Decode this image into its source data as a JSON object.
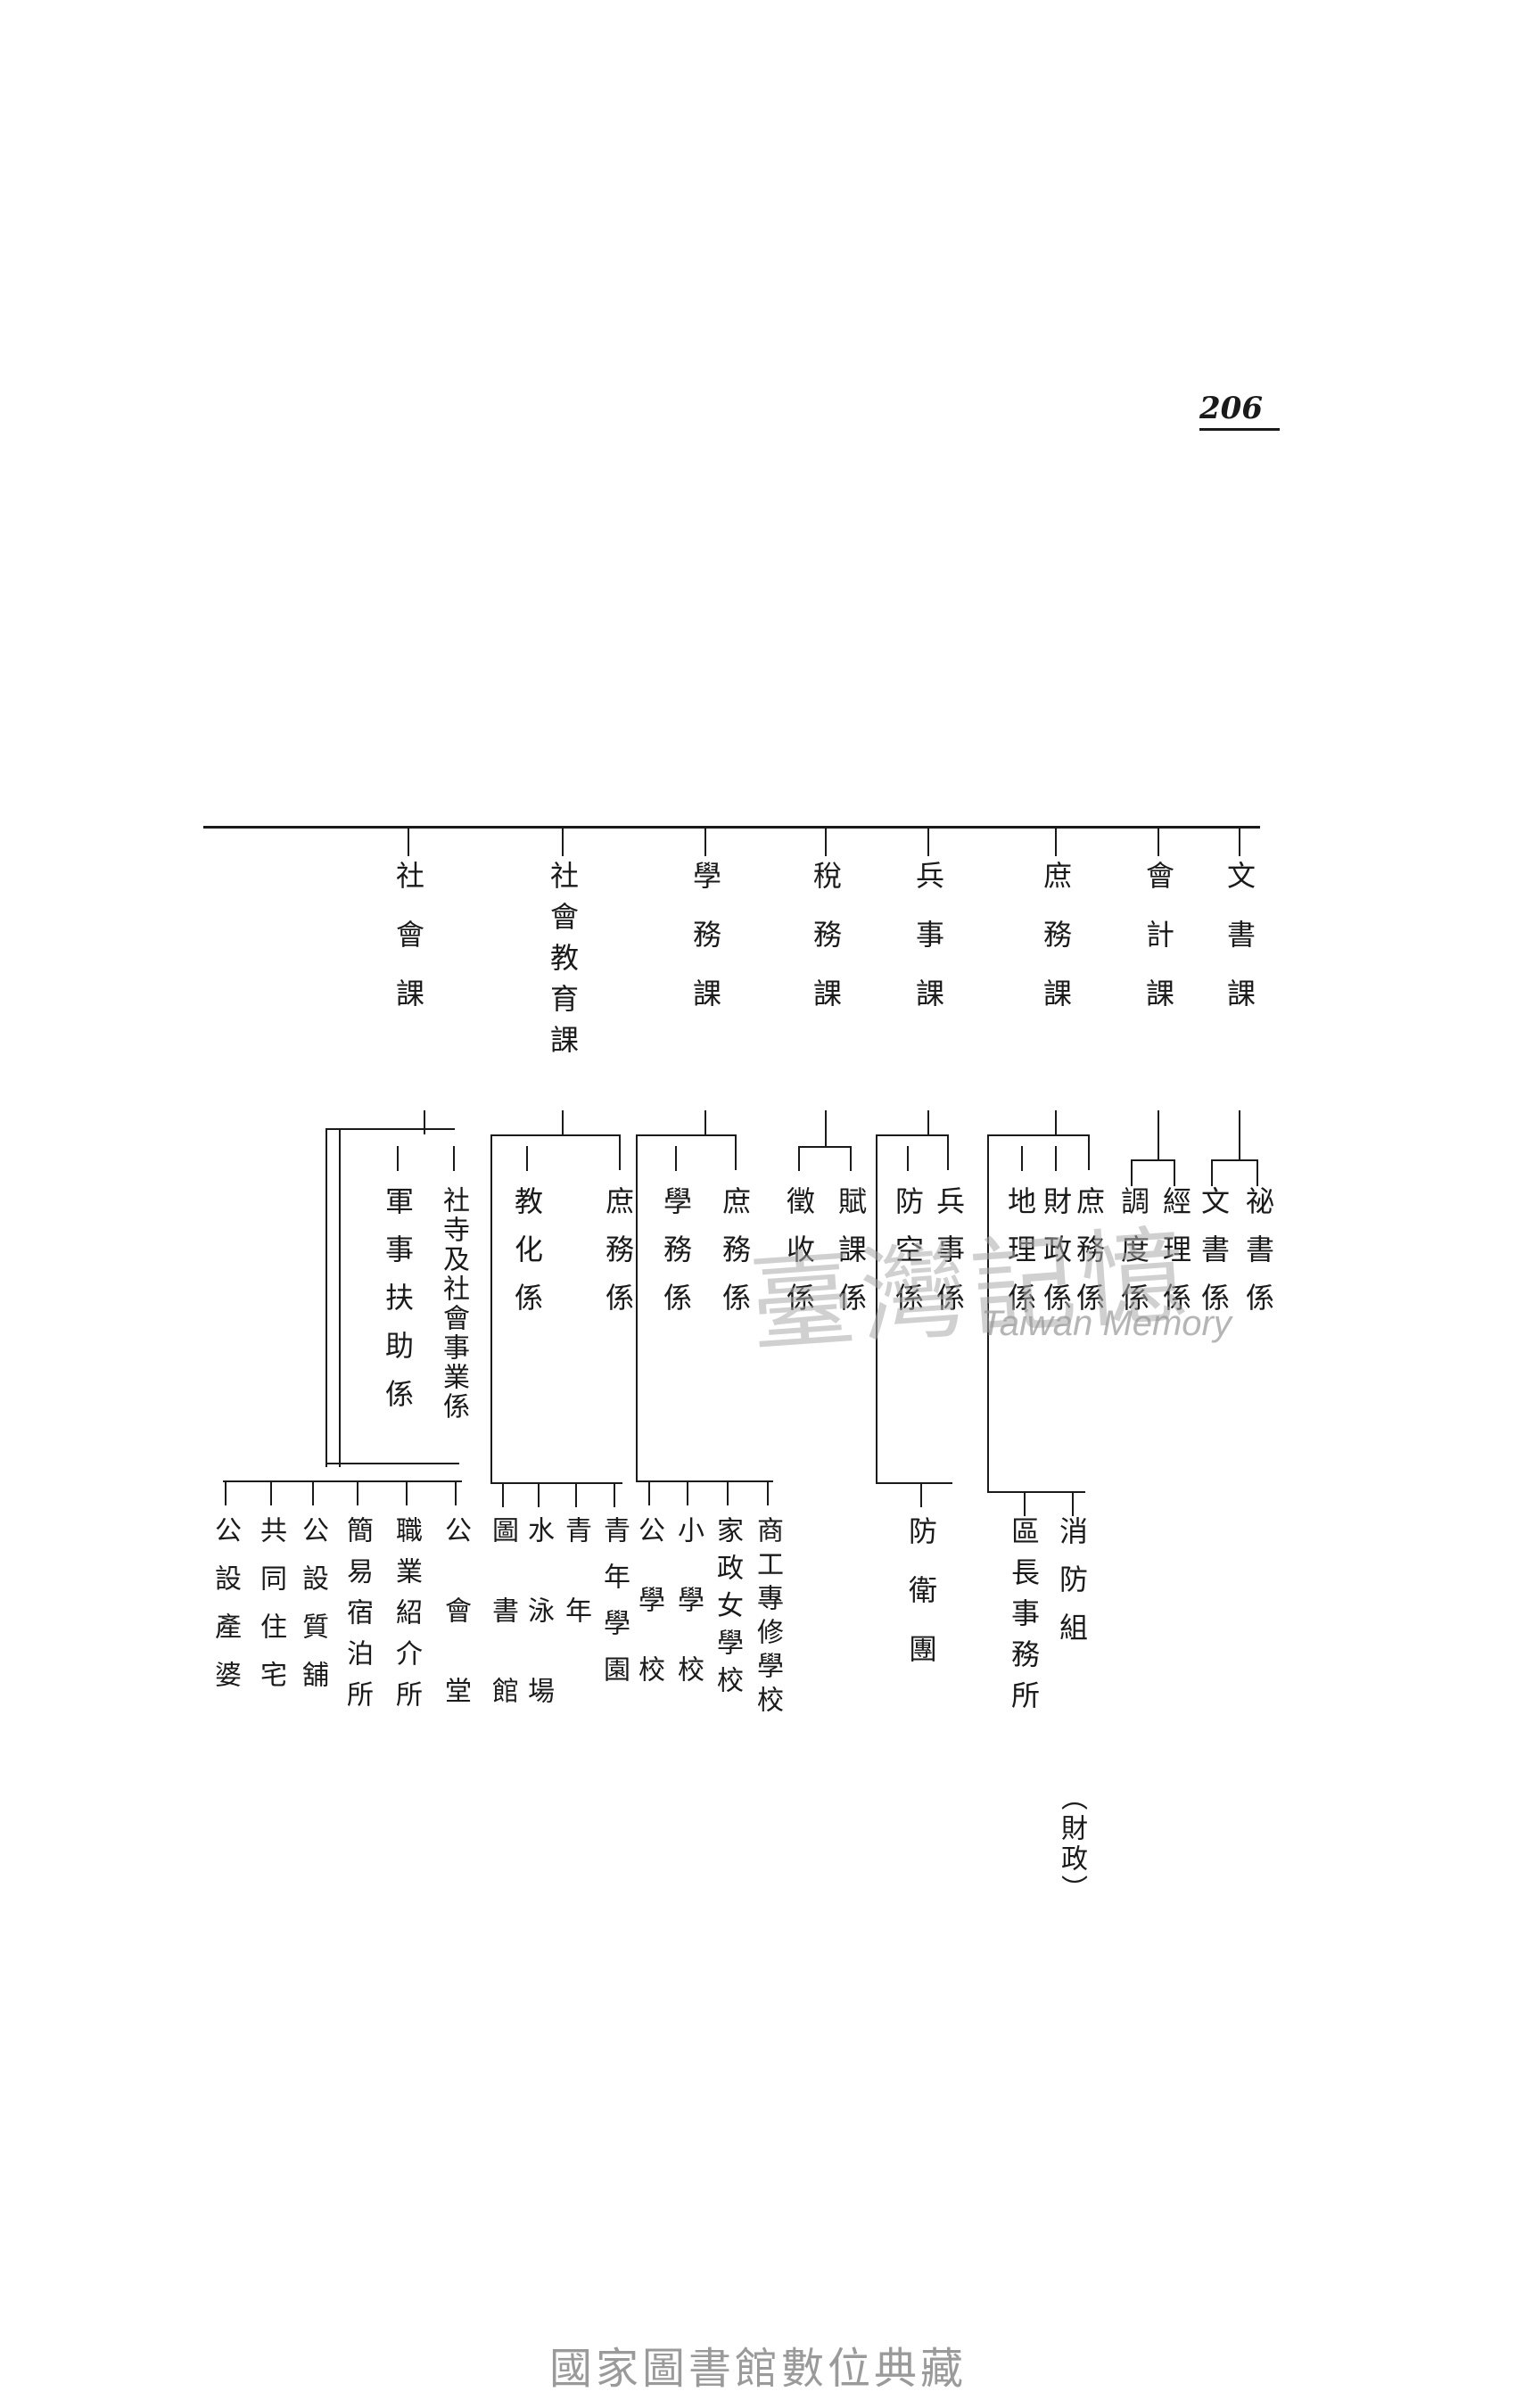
{
  "page_number": "206",
  "departments": {
    "wenshu": "文書課",
    "kuaiji": "會計課",
    "shuwu": "庶務課",
    "bingshi": "兵事課",
    "shuiwu": "稅務課",
    "xuewu": "學務課",
    "shehui_jiaoyu": "社會教育課",
    "shehui": "社會課"
  },
  "sections": {
    "mishu": "祕書係",
    "wenshu": "文書係",
    "jingli": "經理係",
    "tiaodu": "調度係",
    "shuwu": "庶務係",
    "caizheng": "財政係",
    "dili": "地理係",
    "bingshi": "兵事係",
    "fangkong": "防空係",
    "fuke": "賦課係",
    "zhengshou": "徵收係",
    "xuewu_shu": "庶務係",
    "xuewu_xue": "學務係",
    "jiaohua_shu": "庶務係",
    "jiaohua": "教化係",
    "shesi": "社寺及社會事業係",
    "junshi": "軍事扶助係"
  },
  "facilities": {
    "xiaofang": "消防組",
    "xiaofang_note": "（財政）",
    "quzhang": "區長事務所",
    "fangwei": "防衛團",
    "shanggong": "商工專修學校",
    "jiazheng": "家政女學校",
    "xiaoxue": "小學校",
    "gongxue": "公學校",
    "qingnianxue": "青年學園",
    "qingnian": "青年",
    "shuiyong": "水泳場",
    "tushuguan": "圖書館",
    "gonghui": "公會堂",
    "zhiye": "職業紹介所",
    "jianyi": "簡易宿泊所",
    "gongshe_zhi": "公設質舖",
    "gongtong": "共同住宅",
    "gongshe_chan": "公設產婆"
  },
  "watermark": {
    "cn": "臺灣記憶",
    "en": "Taiwan Memory"
  },
  "footer": "國家圖書館數位典藏"
}
